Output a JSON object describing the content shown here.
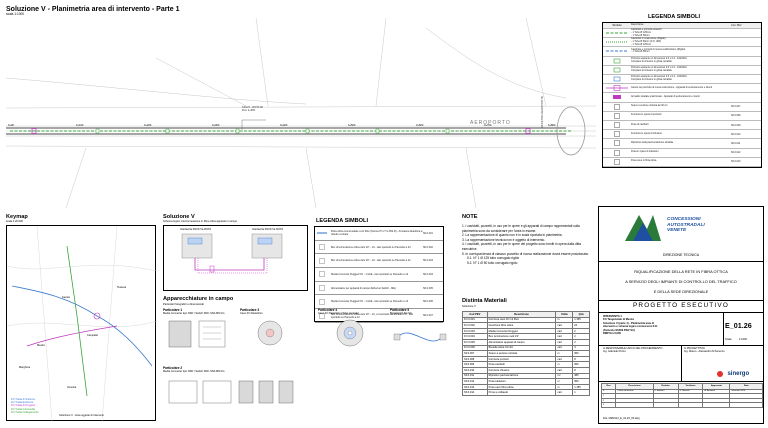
{
  "page": {
    "title": "Soluzione V - Planimetria area di intervento - Parte 1",
    "scale": "scala 1:1000"
  },
  "legend_top": {
    "title": "LEGENDA SIMBOLI",
    "col_symbol": "Simbolo",
    "col_desc": "Descrizione",
    "col_code": "Cod. PEV",
    "rows": [
      {
        "desc": "Cavidotto e pozzetti esistenti\n- 1 Tubo Ø 125mm\n- 1 Tubo Ø 50mm",
        "code": "",
        "color": "#3aa33a",
        "style": "dash"
      },
      {
        "desc": "Cavidotto in costruzione (Rigido)\n- 1 Tubo Ø 50mm (F.O. 48F)\n- 1 Tubo Ø 125mm",
        "code": "",
        "color": "#3aa33a",
        "style": "dot"
      },
      {
        "desc": "Cavidotto e pozzetti di nuova realizzazione (Rigido)\n- 1 Tubo Ø 50mm",
        "code": "",
        "color": "#3a7ad0",
        "style": "dash"
      },
      {
        "desc": "Pozzetto esistente in dimensioni 0.3 x 0.4 - 100x60m\nCompleto di chiusino in ghisa carrabile",
        "code": "",
        "color": "#3aa33a",
        "style": "box"
      },
      {
        "desc": "Pozzetto esistente in dimensioni 0.3 x 0.4 - 100x60m\nCompleto di chiusino in ghisa carrabile",
        "code": "",
        "color": "#3aa33a",
        "style": "box"
      },
      {
        "desc": "Pozzetto esistente in dimensioni 0.3 x 0.4 - 100x60m\nCompleto di chiusino in ghisa carrabile",
        "code": "",
        "color": "#3a7ad0",
        "style": "box"
      },
      {
        "desc": "Giunto nel pozzetto di nuova costruzione - Apparati di sezionamento e Giunti",
        "code": "",
        "color": "#c03ac0",
        "style": "joint"
      },
      {
        "desc": "Armadio stradale posizionato - Apparati di sezionamento e Giunti",
        "code": "",
        "color": "#c03ac0",
        "style": "rect"
      },
      {
        "desc": "Scavo a sezione ristretta da 30 cm",
        "code": "SF.0.007",
        "color": "#555",
        "style": "sq"
      },
      {
        "desc": "Fornitura in opera di pozzetti",
        "code": "SF.0.008",
        "color": "#555",
        "style": "sq"
      },
      {
        "desc": "Posa di cavidotti",
        "code": "SF.0.009",
        "color": "#555",
        "style": "sq"
      },
      {
        "desc": "Fornitura in opera di chiusino",
        "code": "SF.0.010",
        "color": "#555",
        "style": "sq"
      },
      {
        "desc": "Ripristino della pavimentazione stradale",
        "code": "SF.0.011",
        "color": "#555",
        "style": "sq"
      },
      {
        "desc": "Posa in opera di tubazioni",
        "code": "SF.0.012",
        "color": "#555",
        "style": "sq"
      },
      {
        "desc": "Posa cavo in fibra ottica",
        "code": "SF.0.013",
        "color": "#555",
        "style": "sq"
      }
    ]
  },
  "map": {
    "road_label": "AEROPORTO",
    "side_label": "ACCESSO AEROPORTO",
    "marker_label": "SSV27 - ROTA 30\nFkm 2+660",
    "chainages": [
      "0+00",
      "0+100",
      "0+200",
      "0+300",
      "0+400",
      "0+500",
      "0+600",
      "0+700",
      "0+800"
    ]
  },
  "keymap": {
    "title": "Keymap",
    "scale": "scala 1:20.000",
    "places": [
      "Venezia",
      "Mestre",
      "Marghera",
      "Tessera",
      "Campalto",
      "Favaro"
    ],
    "legend": [
      "FO Tratta di Sistema",
      "FO Tratta Esistente",
      "FO Tratta di Progetto",
      "FO Tratta Intermedia",
      "FO Tratta Collegamento"
    ],
    "footer": "Soluzione V - Area oggetto di interventi"
  },
  "solution": {
    "title": "Soluzione V",
    "subtitle": "Schema logico interconnessione in fibra ottica apparati in campo",
    "node_a": "Interfaccia SSV27 E-ROTA",
    "node_b": "Interfaccia SSV27-E ROTA"
  },
  "legend_mid": {
    "title": "LEGENDA SIMBOLI",
    "rows": [
      {
        "desc": "Fibra ottica monomodale a 12 fibre (Norma ITU-T G.652.D) - Armatura dielettrica a tubetto centrale",
        "code": "SF.0.001",
        "color": "#2b6fd0"
      },
      {
        "desc": "Box di terminazione ottica rack 19\" - 1U - lato sportello su Pannello a 24",
        "code": "SF.0.002",
        "color": "#888"
      },
      {
        "desc": "Box di terminazione ottica rack 19\" - 1U - lato sportello su Pannello a 12",
        "code": "SF.0.003",
        "color": "#888"
      },
      {
        "desc": "Media Converter Rugged FO - 1 GbE - lato sportello su Pannello a 12",
        "code": "SF.0.004",
        "color": "#888"
      },
      {
        "desc": "Alimentatore per apparati di campo (Ethernet Switch - ME)",
        "code": "SF.0.005",
        "color": "#888"
      },
      {
        "desc": "Media Converter Rugged FO - 1 GbE - lato sportello su Pannello a 12",
        "code": "SF.0.006",
        "color": "#888"
      },
      {
        "desc": "Box di terminazione ottica rack 19\" - 1U, a muro/rack da armadio PC - lato sportello su Pannello a 12",
        "code": "SF.0.007",
        "color": "#888"
      }
    ]
  },
  "notes": {
    "title": "NOTE",
    "items": [
      "1. I cavidotti, pozzetti, in uso per le opere e gli apparati di campo rappresentati sulla planimetria sono da considerare per l'area in esame.",
      "2. La rappresentazione di quanto non è in scala riportata in planimetria.",
      "3. La rappresentazione tecnica non è oggetto di intervento.",
      "4. I cavidotti, pozzetti, in uso per le opere del progetto sono forniti in opera dalla ditta esecutrice.",
      "5. In corrispondenza di ciascun pozzetto di nuova realizzazione dovrà essere posizionata:",
      "5.1. N° 1 Ø 125 tubo corrugato rigido",
      "5.2. N° 1 Ø 50 tubo corrugato rigido"
    ]
  },
  "equipment": {
    "title": "Apparecchiature in campo",
    "subtitle": "Particolari fotografici e dimensionali",
    "particulars": [
      {
        "title": "Particolare 1",
        "sub": "Media Converter tipo NSD / Switch DDC SNA MM 1G"
      },
      {
        "title": "Particolare 2",
        "sub": "Media Converter tipo NSD / Switch DDC SNA MM 1G"
      },
      {
        "title": "Particolare 3",
        "sub": "Cavo FO Dielettrico"
      },
      {
        "title": "Particolare 4",
        "sub": "Cavo FO Dielettrico (Tubo centrale)"
      },
      {
        "title": "Particolare 5",
        "sub": "Bretella FO SC-SC"
      }
    ]
  },
  "materials": {
    "title": "Distinta Materiali",
    "subtitle": "Soluzione V",
    "headers": [
      "Cod PEV",
      "Descrizione",
      "Unità",
      "Q.tà"
    ],
    "rows": [
      [
        "FO.0.001",
        "Fornitura cavo FO 12 fibre",
        "m",
        "1.155"
      ],
      [
        "FO.0.002",
        "Giunzione fibra ottica",
        "cad",
        "24"
      ],
      [
        "FO.0.003",
        "Media Converter Rugged",
        "cad",
        "2"
      ],
      [
        "FO.0.004",
        "Box terminazione rack 19\"",
        "cad",
        "2"
      ],
      [
        "FO.0.005",
        "Alimentatore apparati di campo",
        "cad",
        "2"
      ],
      [
        "FO.0.006",
        "Bretella ottica SC-SC",
        "cad",
        "4"
      ],
      [
        "SF.0.007",
        "Scavo a sezione ristretta",
        "m",
        "950"
      ],
      [
        "SF.0.008",
        "Fornitura pozzetti",
        "cad",
        "8"
      ],
      [
        "SF.0.009",
        "Posa cavidotti",
        "m",
        "950"
      ],
      [
        "SF.0.010",
        "Fornitura chiusino",
        "cad",
        "8"
      ],
      [
        "SF.0.011",
        "Ripristino pavimentazione",
        "m²",
        "380"
      ],
      [
        "SF.0.012",
        "Posa tubazioni",
        "m",
        "950"
      ],
      [
        "SF.0.013",
        "Posa cavo fibra ottica",
        "m",
        "1.155"
      ],
      [
        "SF.0.014",
        "Prove e collaudo",
        "cad",
        "1"
      ]
    ]
  },
  "title_block": {
    "company_line1": "CONCESSIONI",
    "company_line2": "AUTOSTRADALI",
    "company_line3": "VENETE",
    "direction": "DIREZIONE TECNICA",
    "project_line1": "RIQUALIFICAZIONE DELLA RETE IN FIBRA OTTICA",
    "project_line2": "A SERVIZIO DEGLI IMPIANTI DI CONTROLLO DEL TRAFFICO",
    "project_line3": "E DELLA SEDE DIREZIONALE",
    "phase": "PROGETTO ESECUTIVO",
    "doc_lines": [
      "INTERVENTO 1",
      "FO Tangenziale di Mestre",
      "Soluzione V (parte 1) - Planimetria area di",
      "intervento e schema logico connessioni F.O.",
      "(Svincolo SS309 FWV SA)",
      "RMP Km 0,000"
    ],
    "doc_code": "E_01.26",
    "scale_label": "Scala",
    "scale_value": "1:1000",
    "resp_label": "IL RESPONSABILE UNICO DEL PROCEDIMENTO",
    "resp_name": "Ing. Gabriele Pozzo",
    "designer_label": "IL PROGETTISTA",
    "designer_name": "Ing. Mauro - Alessandro D'Ascenzo",
    "sinergo_text": "sinergo",
    "rev_headers": [
      "Rev.",
      "Descrizione",
      "Redatto",
      "Verificato",
      "Approvato",
      "Data"
    ],
    "rev_rows": [
      [
        "0",
        "Prima emissione",
        "F. Barbieri",
        "S. Mariotti",
        "A. Anonimi",
        "Gennaio 2024"
      ],
      [
        "1",
        "",
        "",
        "",
        "",
        ""
      ],
      [
        "2",
        "",
        "",
        "",
        "",
        ""
      ],
      [
        "3",
        "",
        "",
        "",
        "",
        ""
      ]
    ],
    "file_label": "File: MM1914_E_01.26_00.dwg"
  }
}
